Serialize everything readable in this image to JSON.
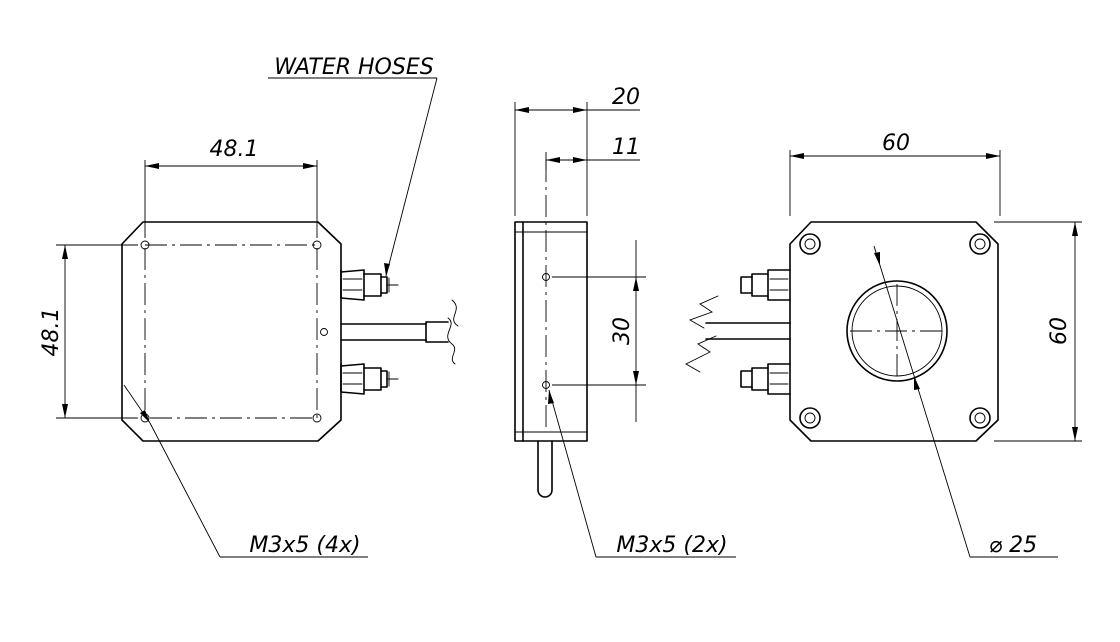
{
  "labels": {
    "water_hoses": "WATER HOSES",
    "front_width": "48.1",
    "front_height": "48.1",
    "front_holes": "M3x5 (4x)",
    "side_depth_total": "20",
    "side_depth_partial": "11",
    "side_hole_spacing": "30",
    "side_holes": "M3x5 (2x)",
    "back_width": "60",
    "back_height": "60",
    "back_bore": "⌀ 25"
  }
}
